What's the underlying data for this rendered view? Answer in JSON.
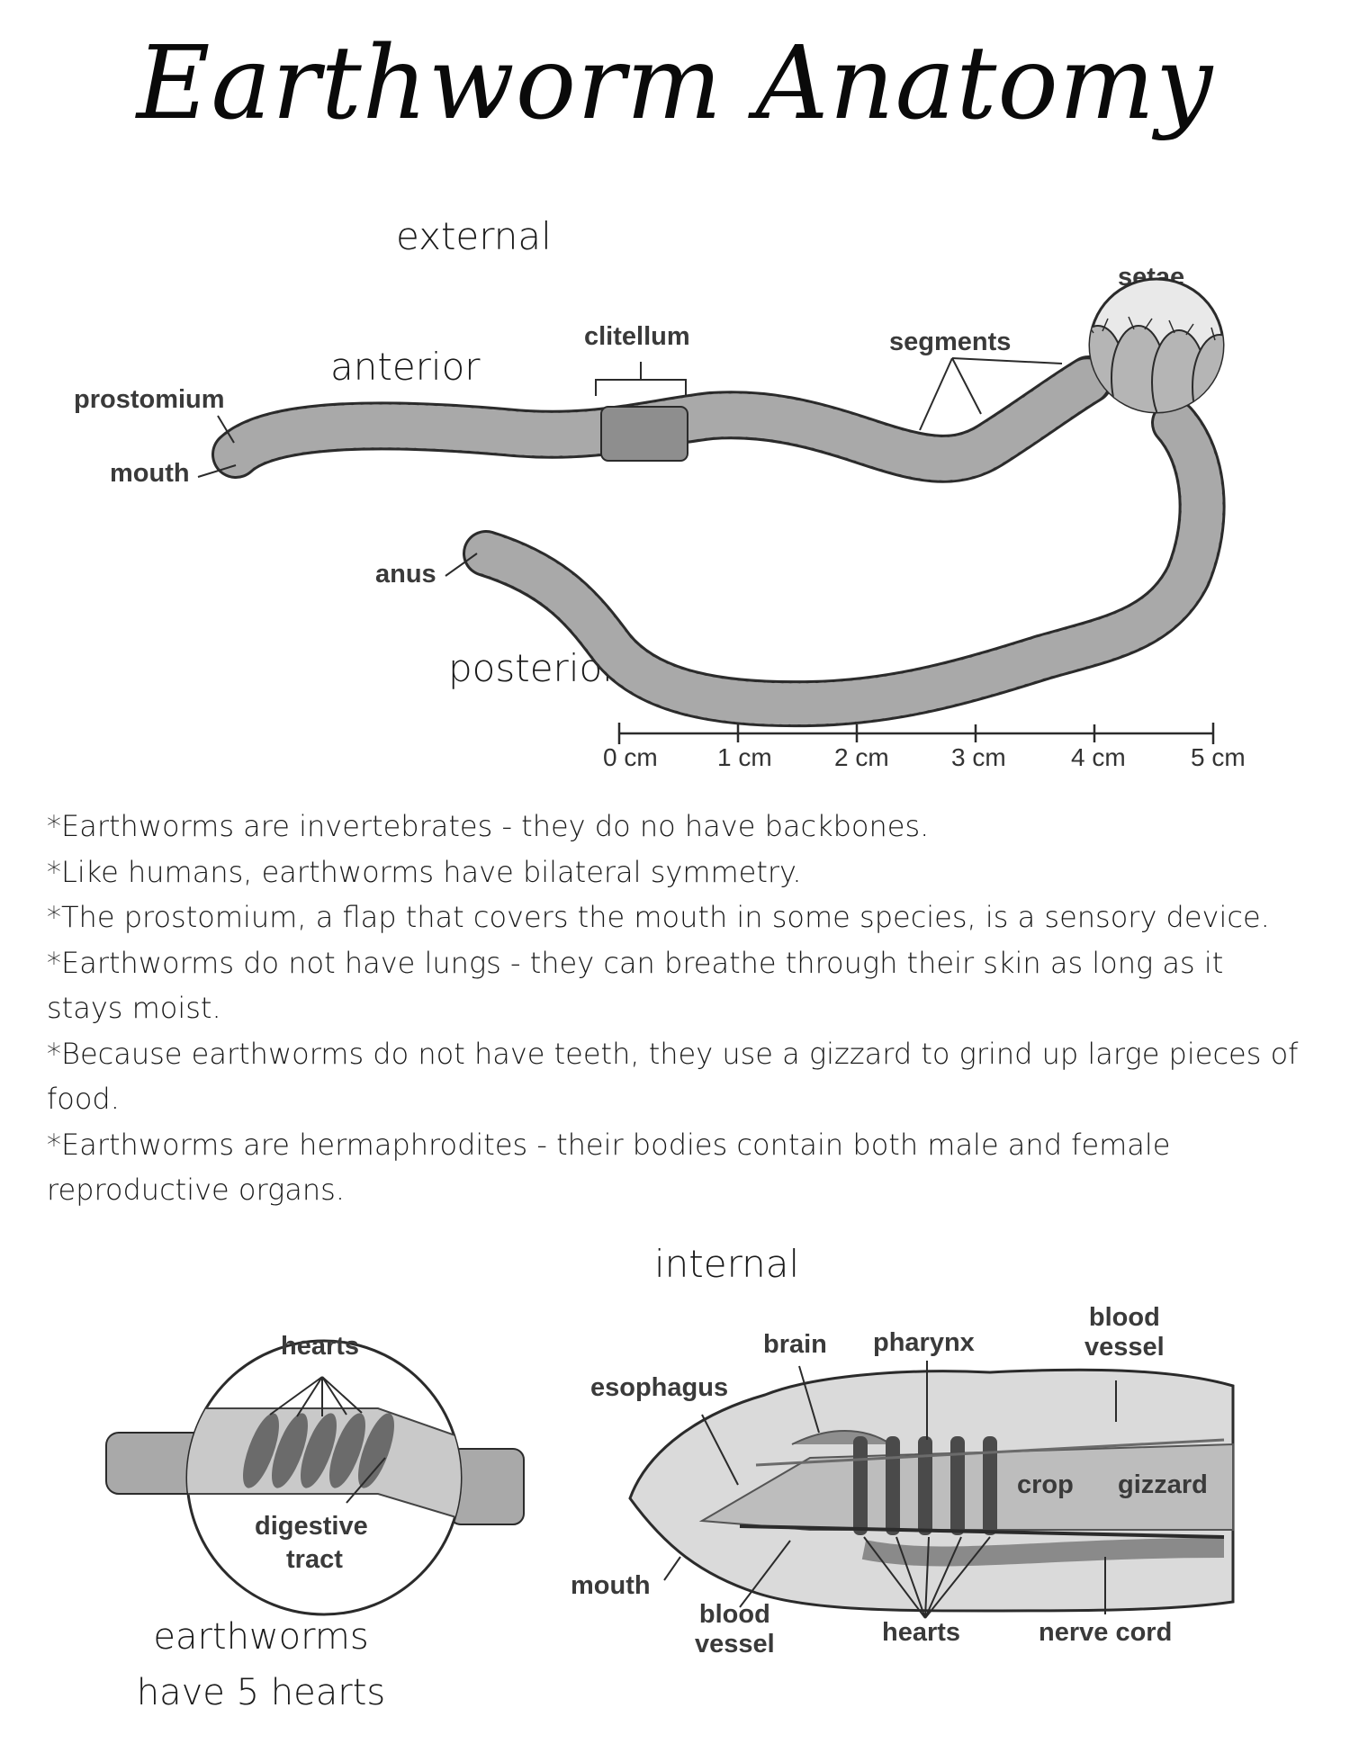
{
  "title": "Earthworm Anatomy",
  "external": {
    "heading": "external",
    "anterior": "anterior",
    "posterior": "posterior",
    "labels": {
      "prostomium": "prostomium",
      "mouth": "mouth",
      "clitellum": "clitellum",
      "segments": "segments",
      "setae": "setae",
      "anus": "anus"
    },
    "scale": [
      "0 cm",
      "1 cm",
      "2 cm",
      "3 cm",
      "4 cm",
      "5 cm"
    ]
  },
  "facts": [
    "*Earthworms are invertebrates - they do no have backbones.",
    "*Like humans, earthworms have bilateral symmetry.",
    "*The prostomium, a flap that covers the mouth in some species, is a sensory device.",
    "*Earthworms do not have lungs - they can breathe through their skin as long as it stays moist.",
    "*Because earthworms do not have teeth, they use a gizzard to grind up large pieces of food.",
    "*Earthworms are hermaphrodites - their bodies contain both male and female reproductive organs."
  ],
  "internal": {
    "heading": "internal",
    "hearts_detail": {
      "hearts": "hearts",
      "digestive": "digestive",
      "tract": "tract",
      "caption_line1": "earthworms",
      "caption_line2": "have 5 hearts"
    },
    "labels": {
      "brain": "brain",
      "pharynx": "pharynx",
      "blood_vessel_top_1": "blood",
      "blood_vessel_top_2": "vessel",
      "esophagus": "esophagus",
      "crop": "crop",
      "gizzard": "gizzard",
      "mouth": "mouth",
      "blood_vessel_bottom_1": "blood",
      "blood_vessel_bottom_2": "vessel",
      "hearts": "hearts",
      "nerve_cord": "nerve cord"
    }
  },
  "colors": {
    "body": "#a9a9a9",
    "body_dark": "#7e7e7e",
    "outline": "#2b2b2b",
    "gut": "#c9c9c9",
    "heart": "#6b6b6b",
    "nerve": "#8a8a8a"
  }
}
